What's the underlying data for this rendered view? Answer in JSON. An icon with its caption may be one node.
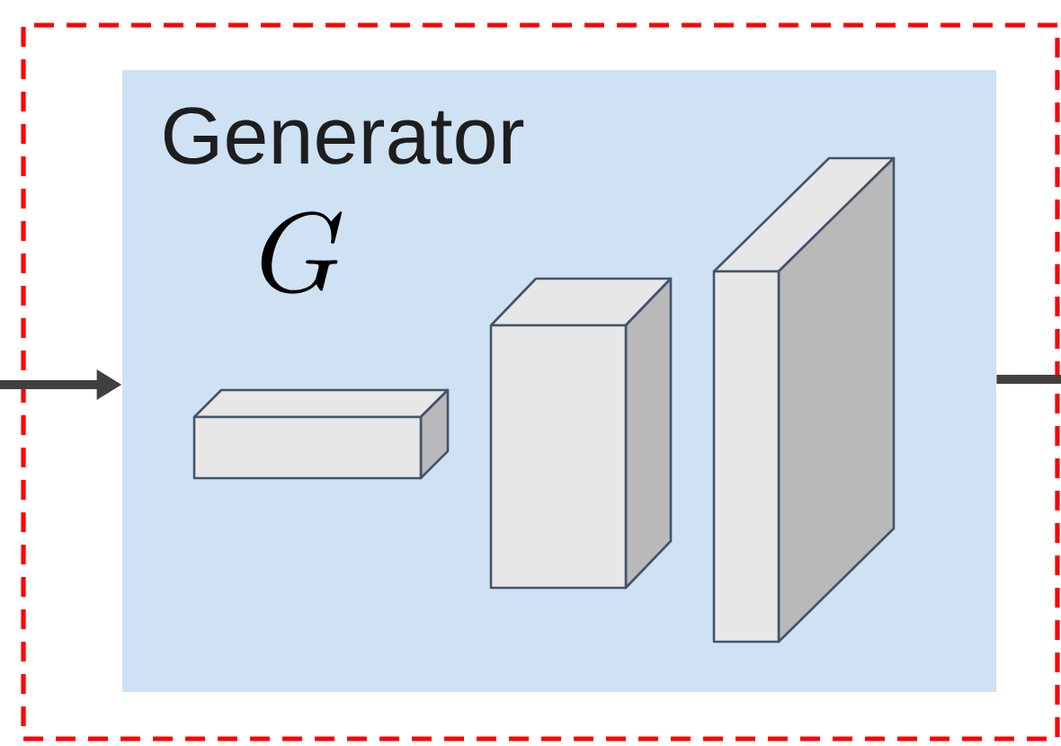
{
  "diagram": {
    "nodes": [
      {
        "text": [],
        "shape": "box"
      },
      {
        "text": [
          "Generator",
          "G"
        ],
        "in": 0
      }
    ],
    "edges": [
      {
        "from": null,
        "to": 1,
        "arrow": "to"
      },
      {
        "from": 1,
        "to": null,
        "arrow": "none"
      }
    ]
  }
}
